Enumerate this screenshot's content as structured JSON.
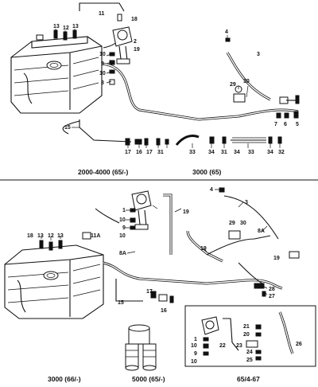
{
  "captions": {
    "top_left": "2000-4000 (65/-)",
    "top_right": "3000 (65)",
    "bottom_left": "3000 (66/-)",
    "bottom_middle": "5000 (65/-)",
    "bottom_right": "65/4-67"
  },
  "top_labels": [
    "11",
    "18",
    "13",
    "12",
    "13",
    "2",
    "19",
    "10",
    "9",
    "10",
    "8",
    "4",
    "3",
    "29",
    "30",
    "15",
    "7",
    "6",
    "5",
    "17",
    "16",
    "17",
    "31",
    "33",
    "34",
    "31",
    "34",
    "33",
    "34",
    "32"
  ],
  "bottom_labels": [
    "4",
    "3",
    "19",
    "1",
    "10",
    "9",
    "10",
    "29",
    "30",
    "8A",
    "8A",
    "19",
    "18",
    "13",
    "12",
    "13",
    "11A",
    "19",
    "28",
    "27",
    "15",
    "17",
    "16",
    "21",
    "20",
    "22",
    "23",
    "24",
    "25",
    "26",
    "1",
    "10",
    "9",
    "10"
  ]
}
